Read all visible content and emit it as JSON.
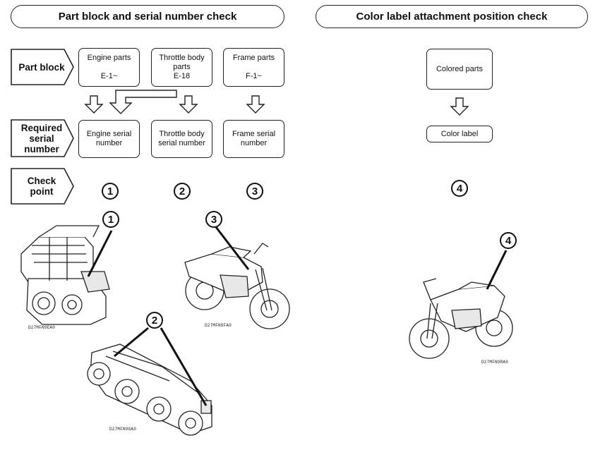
{
  "headers": {
    "left": "Part block and serial number check",
    "right": "Color label attachment position check"
  },
  "row_labels": {
    "part_block": [
      "Part block"
    ],
    "required": [
      "Required",
      "serial",
      "number"
    ],
    "check": [
      "Check",
      "point"
    ]
  },
  "part_boxes": [
    {
      "lines": [
        "Engine parts",
        "",
        "E-1~"
      ]
    },
    {
      "lines": [
        "Throttle body",
        "parts",
        "E-18"
      ]
    },
    {
      "lines": [
        "Frame parts",
        "",
        "F-1~"
      ]
    }
  ],
  "serial_boxes": [
    {
      "lines": [
        "Engine serial",
        "number"
      ]
    },
    {
      "lines": [
        "Throttle body",
        "serial number"
      ]
    },
    {
      "lines": [
        "Frame serial",
        "number"
      ]
    }
  ],
  "colored_parts": "Colored parts",
  "color_label": "Color label",
  "check_points": [
    "1",
    "2",
    "3",
    "4"
  ],
  "image_codes": {
    "engine": "D27MFN9EA0",
    "frame": "D27MFN9FA0",
    "throttle": "D27MFN9GA0",
    "bike_right": "D27MFN9RA0"
  }
}
